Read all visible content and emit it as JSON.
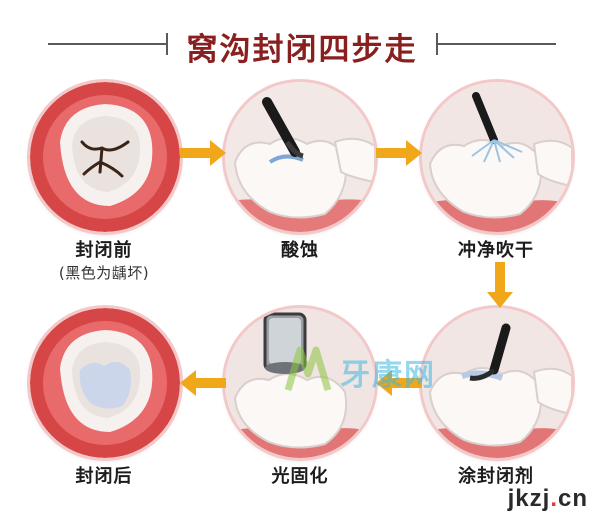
{
  "title": "窝沟封闭四步走",
  "steps": [
    {
      "label": "封闭前",
      "sub": "(黑色为龋坏)"
    },
    {
      "label": "酸蚀"
    },
    {
      "label": "冲净吹干"
    },
    {
      "label": "涂封闭剂"
    },
    {
      "label": "光固化"
    },
    {
      "label": "封闭后"
    }
  ],
  "watermark": {
    "text": "牙康网"
  },
  "site": {
    "pre": "jkzj",
    "dot": ".",
    "post": "cn"
  },
  "colors": {
    "title": "#8a1f1f",
    "arrow": "#f0a81a",
    "ring": "#f3c8c8",
    "gum": "#d94848"
  }
}
